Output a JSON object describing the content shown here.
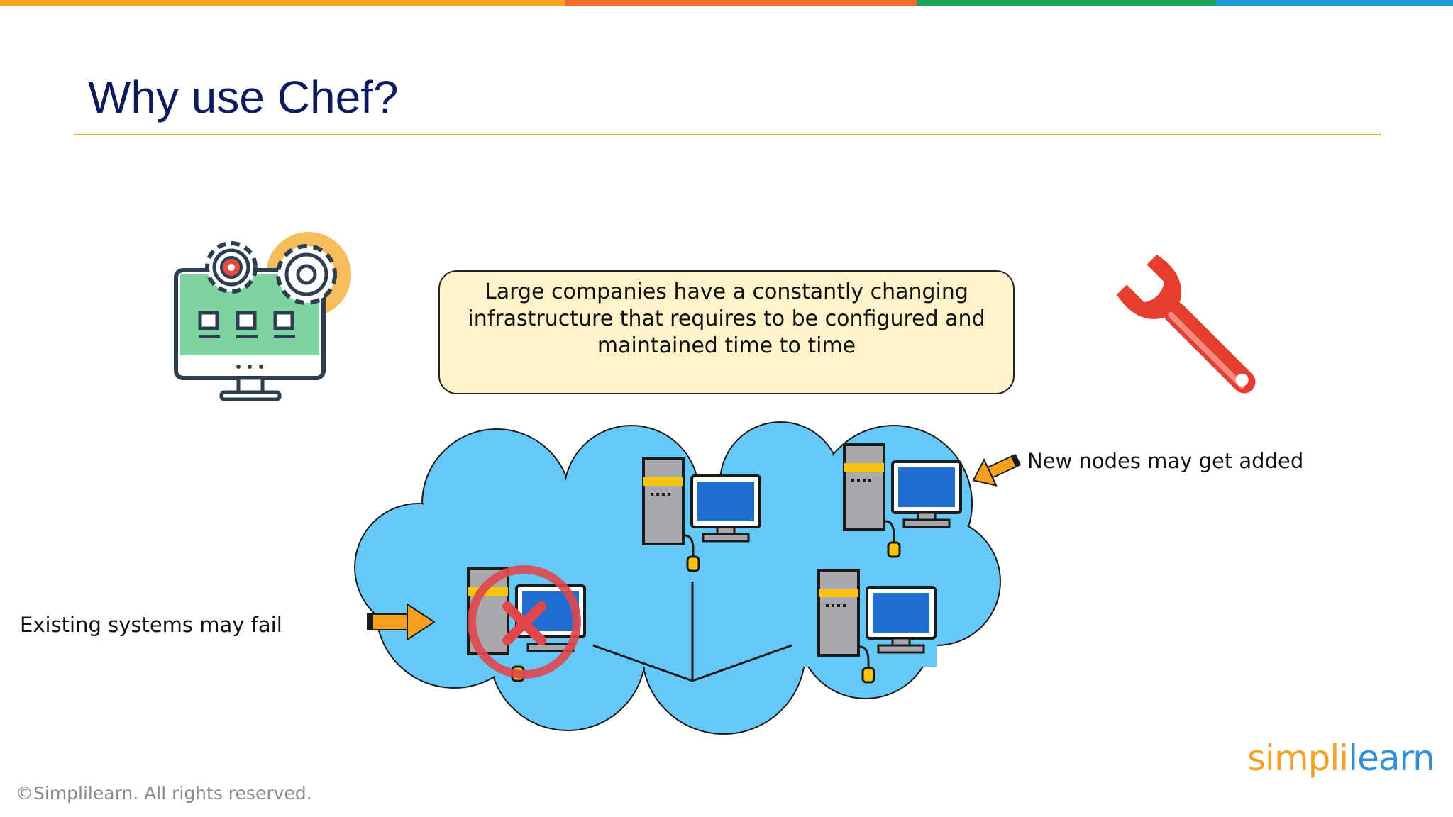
{
  "slide": {
    "title": "Why use Chef?",
    "description": "Large companies have a constantly changing infrastructure that requires to be configured and maintained time to time",
    "label_new_nodes": "New nodes may get added",
    "label_existing_fail": "Existing systems may fail",
    "footer": "©Simplilearn. All rights reserved.",
    "logo": {
      "part1": "simpl",
      "part2": "i",
      "part3": "learn"
    }
  },
  "colors": {
    "title": "#0d1b5e",
    "accent_rule": "#f0a91e",
    "bar_orange": "#f6a623",
    "bar_red_orange": "#ef6c2a",
    "bar_green": "#1da65a",
    "bar_blue": "#1b9ad6",
    "cloud": "#66c8f7",
    "box_fill": "#fff3cc",
    "wrench": "#e53e2e",
    "fail_x": "#e0464a",
    "arrow": "#f5a11f"
  },
  "icons": [
    "gear-monitor-icon",
    "wrench-icon",
    "cloud-network-icon",
    "computer-icon",
    "fail-x-icon",
    "arrow-icon"
  ]
}
